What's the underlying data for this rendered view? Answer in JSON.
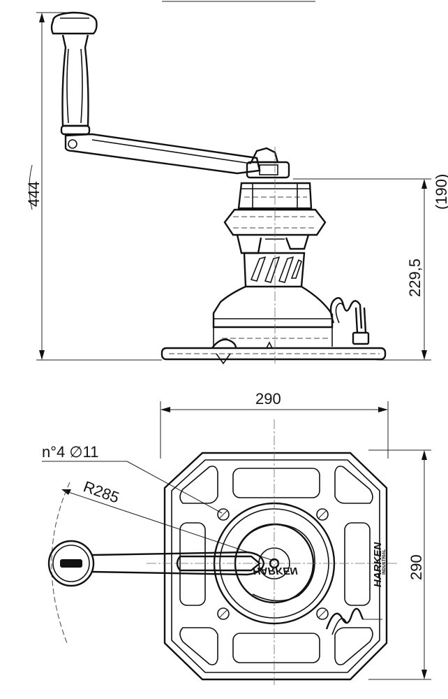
{
  "dimensions": {
    "overall_height": "444",
    "drum_height": "229,5",
    "side_partial": "(190)",
    "base_width": "290",
    "base_depth": "290",
    "handle_radius": "R285",
    "mounting_holes": "n°4 ∅11"
  },
  "branding": {
    "plate_name": "HARKEN",
    "plate_sub": "INDUSTRIAL",
    "handle_text": "HARKEN"
  },
  "colors": {
    "line": "#111111",
    "background": "#ffffff"
  }
}
